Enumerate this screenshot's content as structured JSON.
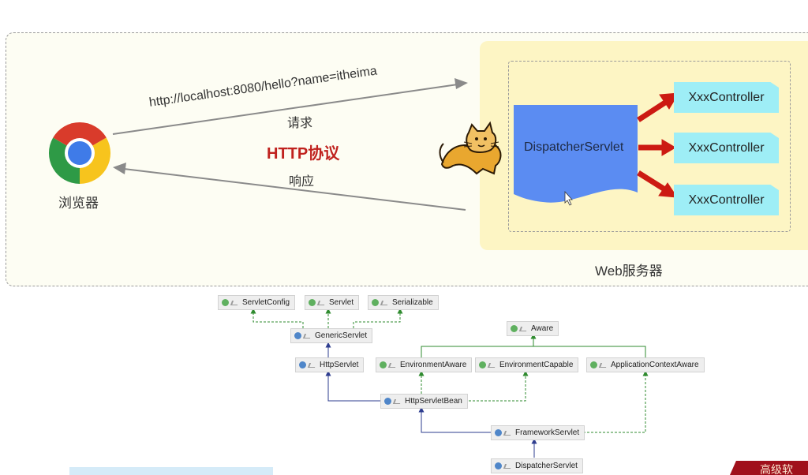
{
  "top": {
    "browser_label": "浏览器",
    "url": "http://localhost:8080/hello?name=itheima",
    "request_label": "请求",
    "protocol_label": "HTTP协议",
    "response_label": "响应",
    "dispatcher_label": "DispatcherServlet",
    "controllers": [
      "XxxController",
      "XxxController",
      "XxxController"
    ],
    "server_label": "Web服务器"
  },
  "hierarchy": {
    "nodes": {
      "servlet_config": "ServletConfig",
      "servlet": "Servlet",
      "serializable": "Serializable",
      "generic_servlet": "GenericServlet",
      "aware": "Aware",
      "http_servlet": "HttpServlet",
      "environment_aware": "EnvironmentAware",
      "environment_capable": "EnvironmentCapable",
      "application_context_aware": "ApplicationContextAware",
      "http_servlet_bean": "HttpServletBean",
      "framework_servlet": "FrameworkServlet",
      "dispatcher_servlet": "DispatcherServlet"
    }
  },
  "colors": {
    "protocol": "#c0221e",
    "dispatcher": "#5b8cf2",
    "controller": "#9eeef6",
    "server_bg": "#fdf5c4",
    "controller_arrow": "#cc1a12",
    "extends_line": "#2e3d8f",
    "implements_line": "#2f8b2f"
  },
  "corner_banner": "高级软"
}
